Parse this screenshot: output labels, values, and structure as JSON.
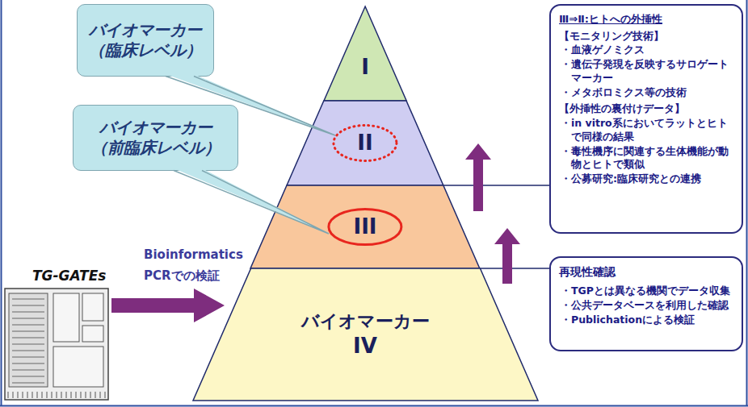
{
  "diagram": {
    "nodes": [
      {
        "text": [
          "バイオマーカー （臨床レベル）"
        ]
      },
      {
        "text": [
          "バイオマーカー （前臨床レベル）"
        ]
      },
      {
        "text": [
          "I"
        ]
      },
      {
        "text": [
          "II"
        ]
      },
      {
        "text": [
          "III"
        ]
      },
      {
        "text": [
          "バイオマーカー",
          "IV"
        ]
      },
      {
        "text": [
          "Ⅲ⇒Ⅱ:ヒトへの外挿性",
          "【モニタリング技術】",
          "・血液ゲノミクス",
          "・遺伝子発現を反映するサロゲートマーカー",
          "・メタボロミクス等の技術",
          "【外挿性の裏付けデータ】",
          "・in vitro系においてラットとヒトで同様の結果",
          "・毒性機序に関連する生体機能が動物とヒトで類似",
          "・公募研究:臨床研究との連携"
        ]
      },
      {
        "text": [
          "再現性確認",
          "・TGPとは異なる機関でデータ収集",
          "・公共データベースを利用した確認",
          "・Publichationによる検証"
        ]
      }
    ],
    "labels": [
      "TG-GATEs",
      "Bioinformatics",
      "PCRでの検証"
    ]
  }
}
